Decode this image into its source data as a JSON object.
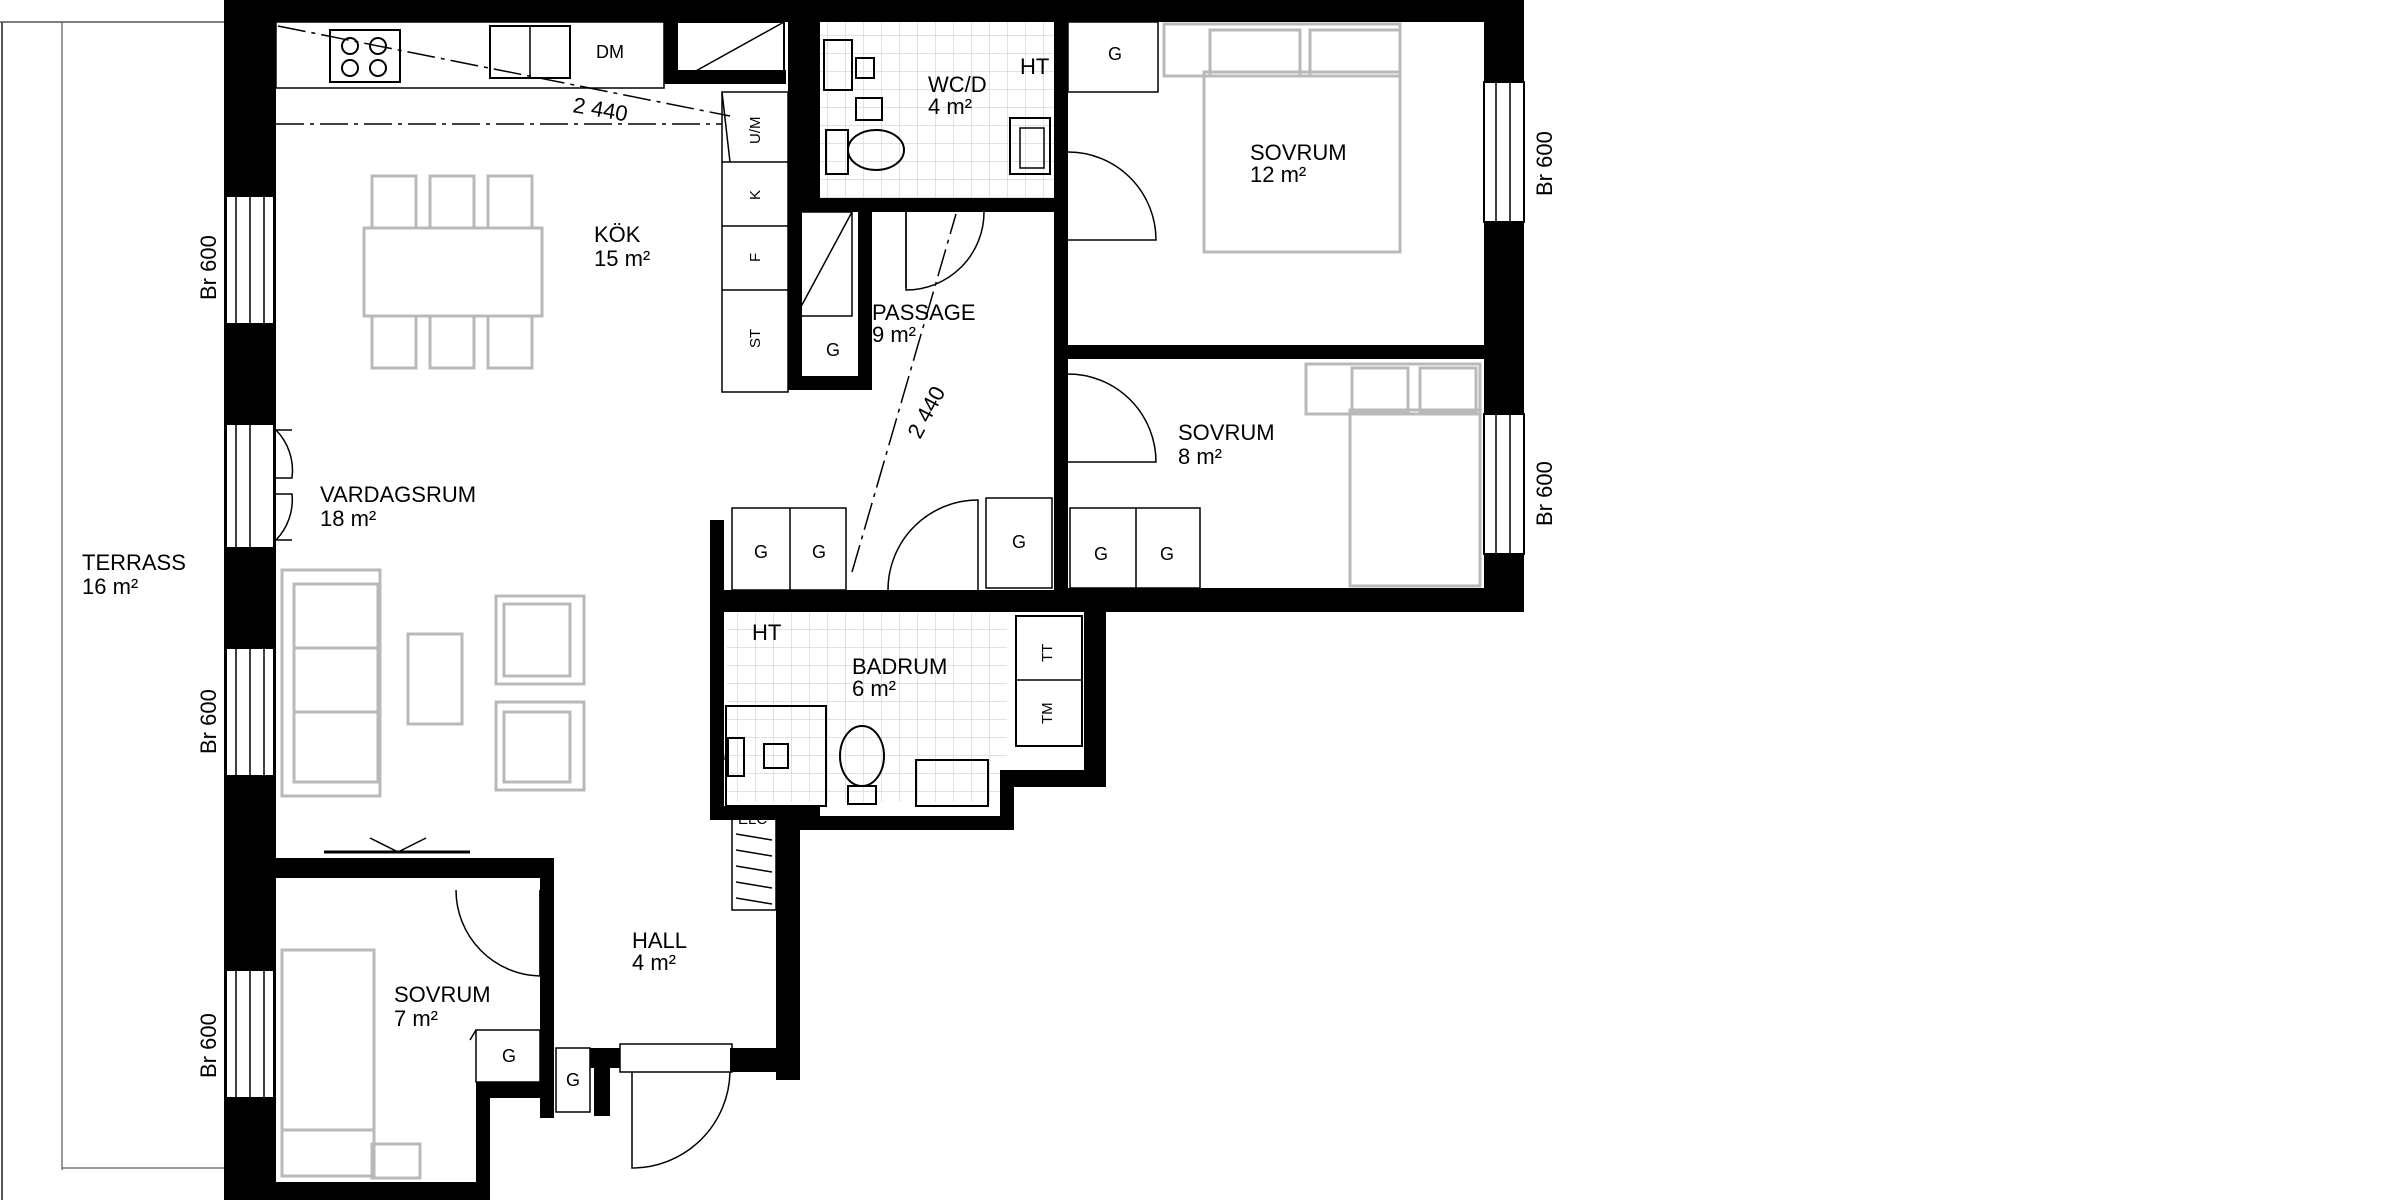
{
  "rooms": {
    "kok": {
      "name": "KÖK",
      "area": "15 m²"
    },
    "vardagsrum": {
      "name": "VARDAGSRUM",
      "area": "18 m²"
    },
    "terrass": {
      "name": "TERRASS",
      "area": "16 m²"
    },
    "wcd": {
      "name": "WC/D",
      "area": "4 m²"
    },
    "passage": {
      "name": "PASSAGE",
      "area": "9 m²"
    },
    "sovrum12": {
      "name": "SOVRUM",
      "area": "12 m²"
    },
    "sovrum8": {
      "name": "SOVRUM",
      "area": "8 m²"
    },
    "badrum": {
      "name": "BADRUM",
      "area": "6 m²"
    },
    "hall": {
      "name": "HALL",
      "area": "4 m²"
    },
    "sovrum7": {
      "name": "SOVRUM",
      "area": "7 m²"
    }
  },
  "dimensions": {
    "ceiling_kitchen": "2 440",
    "ceiling_passage": "2 440"
  },
  "windows": {
    "label": "Br 600"
  },
  "appliances": {
    "dishwasher": "DM",
    "micro": "U/M",
    "fridge": "K",
    "freezer": "F",
    "storage": "ST",
    "wardrobe": "G",
    "hat_rack": "HT",
    "dryer": "TT",
    "washer": "TM",
    "electrical": "ELC"
  }
}
